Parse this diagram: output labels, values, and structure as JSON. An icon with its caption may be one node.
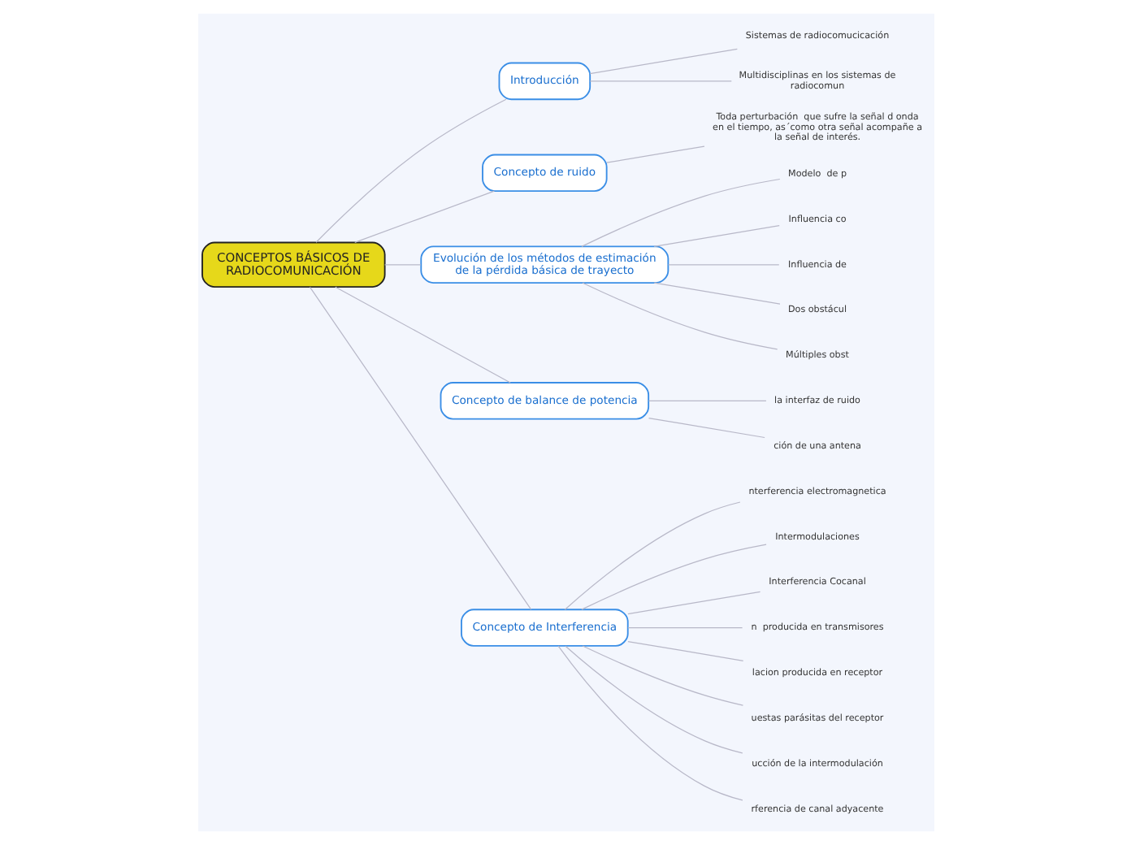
{
  "diagram": {
    "nodes": [
      {
        "text": [
          "CONCEPTOS BÁSICOS DE RADIOCOMUNICACIÓN"
        ]
      },
      {
        "text": [
          "Introducción"
        ]
      },
      {
        "text": [
          "Sistemas de radiocomucicación"
        ]
      },
      {
        "text": [
          "Multidisciplinas en los sistemas de radiocomun"
        ]
      },
      {
        "text": [
          "Concepto de ruido"
        ]
      },
      {
        "text": [
          "Toda perturbación  que sufre la señal d onda en el tiempo, as´como otra señal acompañe a la señal de interés."
        ]
      },
      {
        "text": [
          "Evolución de los métodos de estimación de la pérdida básica de trayecto"
        ]
      },
      {
        "text": [
          "Modelo  de p"
        ]
      },
      {
        "text": [
          "Influencia co"
        ]
      },
      {
        "text": [
          "Influencia de"
        ]
      },
      {
        "text": [
          "Dos obstácul"
        ]
      },
      {
        "text": [
          "Múltiples obst"
        ]
      },
      {
        "text": [
          "Concepto de balance de potencia"
        ]
      },
      {
        "text": [
          "la interfaz de ruido"
        ]
      },
      {
        "text": [
          "ción de una antena"
        ]
      },
      {
        "text": [
          "Concepto de Interferencia"
        ]
      },
      {
        "text": [
          "nterferencia electromagnetica"
        ]
      },
      {
        "text": [
          "Intermodulaciones"
        ]
      },
      {
        "text": [
          "Interferencia Cocanal"
        ]
      },
      {
        "text": [
          "n  producida en transmisores"
        ]
      },
      {
        "text": [
          "lacion producida en receptor"
        ]
      },
      {
        "text": [
          "uestas parásitas del receptor"
        ]
      },
      {
        "text": [
          "ucción de la intermodulación"
        ]
      },
      {
        "text": [
          "rferencia de canal adyacente"
        ]
      }
    ],
    "edges": [
      {
        "from": 0,
        "to": 1,
        "arrow": "none"
      },
      {
        "from": 1,
        "to": 2,
        "arrow": "none"
      },
      {
        "from": 1,
        "to": 3,
        "arrow": "none"
      },
      {
        "from": 0,
        "to": 4,
        "arrow": "none"
      },
      {
        "from": 4,
        "to": 5,
        "arrow": "none"
      },
      {
        "from": 0,
        "to": 6,
        "arrow": "none"
      },
      {
        "from": 6,
        "to": 7,
        "arrow": "none"
      },
      {
        "from": 6,
        "to": 8,
        "arrow": "none"
      },
      {
        "from": 6,
        "to": 9,
        "arrow": "none"
      },
      {
        "from": 6,
        "to": 10,
        "arrow": "none"
      },
      {
        "from": 6,
        "to": 11,
        "arrow": "none"
      },
      {
        "from": 0,
        "to": 12,
        "arrow": "none"
      },
      {
        "from": 12,
        "to": 13,
        "arrow": "none"
      },
      {
        "from": 12,
        "to": 14,
        "arrow": "none"
      },
      {
        "from": 0,
        "to": 15,
        "arrow": "none"
      },
      {
        "from": 15,
        "to": 16,
        "arrow": "none"
      },
      {
        "from": 15,
        "to": 17,
        "arrow": "none"
      },
      {
        "from": 15,
        "to": 18,
        "arrow": "none"
      },
      {
        "from": 15,
        "to": 19,
        "arrow": "none"
      },
      {
        "from": 15,
        "to": 20,
        "arrow": "none"
      },
      {
        "from": 15,
        "to": 21,
        "arrow": "none"
      },
      {
        "from": 15,
        "to": 22,
        "arrow": "none"
      },
      {
        "from": 15,
        "to": 23,
        "arrow": "none"
      }
    ]
  }
}
